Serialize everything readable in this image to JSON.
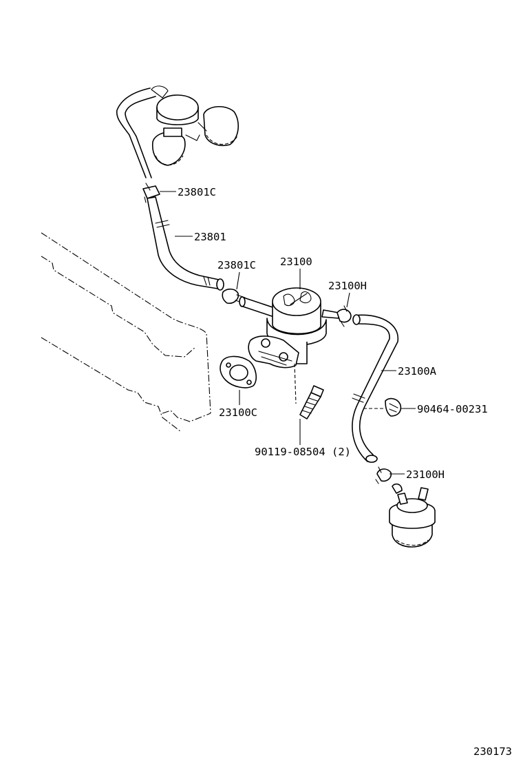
{
  "labels": {
    "clamp_upper": "23801C",
    "hose_upper": "23801",
    "clamp_mid": "23801C",
    "pump": "23100",
    "clamp_right": "23100H",
    "hose_right": "23100A",
    "clip": "90464-00231",
    "gasket": "23100C",
    "bolt": "90119-08504 (2)",
    "clamp_lower": "23100H"
  },
  "figure_number": "230173"
}
